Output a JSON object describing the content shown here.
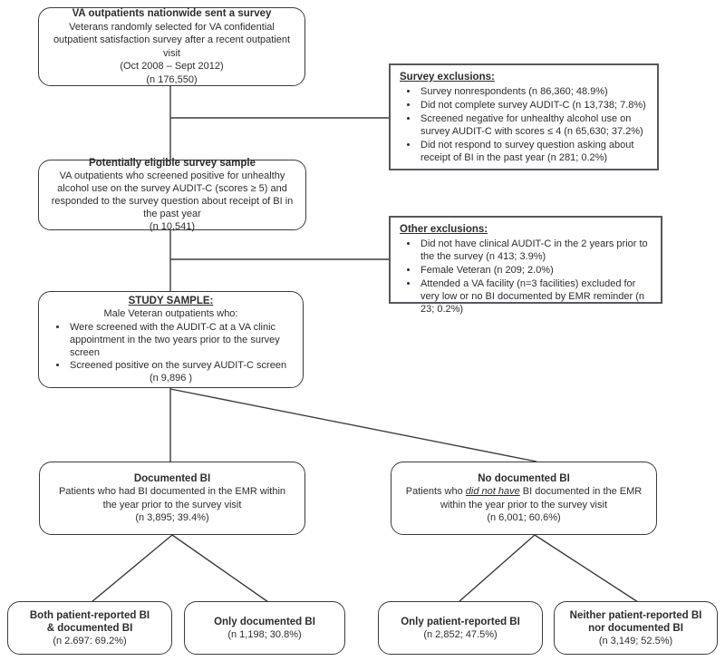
{
  "colors": {
    "line": "#3c3c3c",
    "rounded_border": "#3c3c3c",
    "square_border": "#57585c",
    "text": "#2d2d2d",
    "background": "#ffffff"
  },
  "boxes": {
    "survey": {
      "title": "VA outpatients nationwide sent a survey",
      "body": "Veterans randomly selected for VA confidential outpatient satisfaction survey after a recent outpatient visit",
      "dates": "(Oct 2008 – Sept 2012)",
      "n": "(n 176,550)"
    },
    "survey_exclusions": {
      "heading": "Survey exclusions:",
      "items": [
        "Survey nonrespondents (n 86,360; 48.9%)",
        "Did not complete survey AUDIT-C (n 13,738; 7.8%)",
        "Screened negative for unhealthy alcohol use on survey AUDIT-C with scores ≤ 4 (n 65,630; 37.2%)",
        "Did not respond to survey question asking about receipt of BI in the past year (n 281; 0.2%)"
      ]
    },
    "eligible": {
      "title": "Potentially eligible survey sample",
      "body": "VA outpatients who screened positive for unhealthy alcohol use on the survey AUDIT-C (scores ≥ 5) and responded to the survey question about receipt of BI in the past year",
      "n": "(n 10,541)"
    },
    "other_exclusions": {
      "heading": "Other exclusions:",
      "items": [
        "Did not have clinical AUDIT-C in the 2 years prior to the the survey (n 413; 3.9%)",
        "Female Veteran (n 209; 2.0%)",
        "Attended a VA facility (n=3 facilities) excluded for very low or no BI documented by EMR reminder (n 23; 0.2%)"
      ]
    },
    "study_sample": {
      "heading": "STUDY SAMPLE:",
      "subheading": "Male Veteran outpatients who:",
      "items": [
        "Were screened with the AUDIT-C at a VA clinic appointment in the two years prior to the survey screen",
        "Screened positive on the survey AUDIT-C screen"
      ],
      "n": "(n 9,896 )"
    },
    "documented_bi": {
      "title": "Documented BI",
      "body": "Patients who had BI documented in the EMR within the year prior to the survey visit",
      "n": "(n 3,895; 39.4%)"
    },
    "no_documented_bi": {
      "title": "No documented BI",
      "body_prefix": "Patients who ",
      "body_emphasis": "did not have",
      "body_suffix": " BI documented in the EMR within the year prior to the survey visit",
      "n": "(n 6,001; 60.6%)"
    },
    "both_bi": {
      "title_line1": "Both patient-reported BI",
      "title_line2": "& documented BI",
      "n": "(n 2.697: 69.2%)"
    },
    "only_documented_bi": {
      "title": "Only documented BI",
      "n": "(n 1,198; 30.8%)"
    },
    "only_patient_reported_bi": {
      "title": "Only patient-reported BI",
      "n": "(n 2,852; 47.5%)"
    },
    "neither_bi": {
      "title_line1": "Neither patient-reported BI",
      "title_line2": "nor documented BI",
      "n": "(n 3,149; 52.5%)"
    }
  }
}
